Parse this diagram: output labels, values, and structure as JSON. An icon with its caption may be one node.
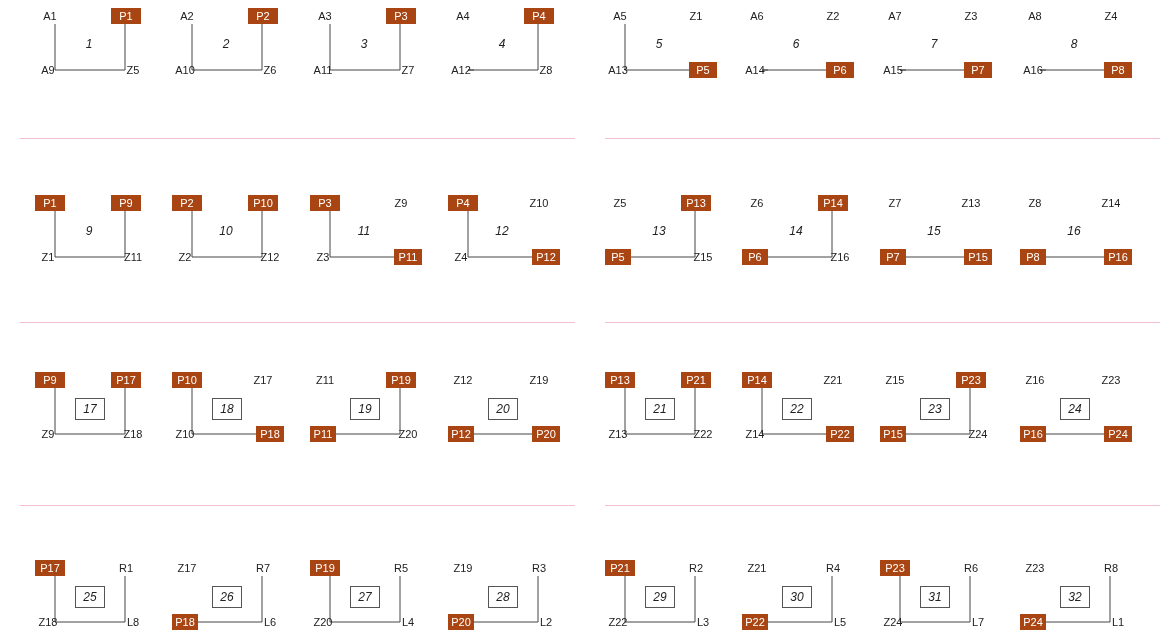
{
  "diagram": {
    "nodes": [
      {
        "text": [
          "A1"
        ]
      },
      {
        "text": [
          "P1"
        ]
      },
      {
        "text": [
          "1"
        ]
      },
      {
        "text": [
          "A9"
        ]
      },
      {
        "text": [
          "Z5"
        ]
      },
      {
        "text": [
          "A2"
        ]
      },
      {
        "text": [
          "P2"
        ]
      },
      {
        "text": [
          "2"
        ]
      },
      {
        "text": [
          "A10"
        ]
      },
      {
        "text": [
          "Z6"
        ]
      },
      {
        "text": [
          "A3"
        ]
      },
      {
        "text": [
          "P3"
        ]
      },
      {
        "text": [
          "3"
        ]
      },
      {
        "text": [
          "A11"
        ]
      },
      {
        "text": [
          "Z7"
        ]
      },
      {
        "text": [
          "A4"
        ]
      },
      {
        "text": [
          "P4"
        ]
      },
      {
        "text": [
          "4"
        ]
      },
      {
        "text": [
          "A12"
        ]
      },
      {
        "text": [
          "Z8"
        ]
      },
      {
        "text": [
          "A5"
        ]
      },
      {
        "text": [
          "Z1"
        ]
      },
      {
        "text": [
          "5"
        ]
      },
      {
        "text": [
          "A13"
        ]
      },
      {
        "text": [
          "P5"
        ]
      },
      {
        "text": [
          "A6"
        ]
      },
      {
        "text": [
          "Z2"
        ]
      },
      {
        "text": [
          "6"
        ]
      },
      {
        "text": [
          "A14"
        ]
      },
      {
        "text": [
          "P6"
        ]
      },
      {
        "text": [
          "A7"
        ]
      },
      {
        "text": [
          "Z3"
        ]
      },
      {
        "text": [
          "7"
        ]
      },
      {
        "text": [
          "A15"
        ]
      },
      {
        "text": [
          "P7"
        ]
      },
      {
        "text": [
          "A8"
        ]
      },
      {
        "text": [
          "Z4"
        ]
      },
      {
        "text": [
          "8"
        ]
      },
      {
        "text": [
          "A16"
        ]
      },
      {
        "text": [
          "P8"
        ]
      },
      {
        "text": [
          "P1"
        ]
      },
      {
        "text": [
          "P9"
        ]
      },
      {
        "text": [
          "9"
        ]
      },
      {
        "text": [
          "Z1"
        ]
      },
      {
        "text": [
          "Z11"
        ]
      },
      {
        "text": [
          "P2"
        ]
      },
      {
        "text": [
          "P10"
        ]
      },
      {
        "text": [
          "10"
        ]
      },
      {
        "text": [
          "Z2"
        ]
      },
      {
        "text": [
          "Z12"
        ]
      },
      {
        "text": [
          "P3"
        ]
      },
      {
        "text": [
          "Z9"
        ]
      },
      {
        "text": [
          "11"
        ]
      },
      {
        "text": [
          "Z3"
        ]
      },
      {
        "text": [
          "P11"
        ]
      },
      {
        "text": [
          "P4"
        ]
      },
      {
        "text": [
          "Z10"
        ]
      },
      {
        "text": [
          "12"
        ]
      },
      {
        "text": [
          "Z4"
        ]
      },
      {
        "text": [
          "P12"
        ]
      },
      {
        "text": [
          "Z5"
        ]
      },
      {
        "text": [
          "P13"
        ]
      },
      {
        "text": [
          "13"
        ]
      },
      {
        "text": [
          "P5"
        ]
      },
      {
        "text": [
          "Z15"
        ]
      },
      {
        "text": [
          "Z6"
        ]
      },
      {
        "text": [
          "P14"
        ]
      },
      {
        "text": [
          "14"
        ]
      },
      {
        "text": [
          "P6"
        ]
      },
      {
        "text": [
          "Z16"
        ]
      },
      {
        "text": [
          "Z7"
        ]
      },
      {
        "text": [
          "Z13"
        ]
      },
      {
        "text": [
          "15"
        ]
      },
      {
        "text": [
          "P7"
        ]
      },
      {
        "text": [
          "P15"
        ]
      },
      {
        "text": [
          "Z8"
        ]
      },
      {
        "text": [
          "Z14"
        ]
      },
      {
        "text": [
          "16"
        ]
      },
      {
        "text": [
          "P8"
        ]
      },
      {
        "text": [
          "P16"
        ]
      },
      {
        "text": [
          "P9"
        ]
      },
      {
        "text": [
          "P17"
        ]
      },
      {
        "text": [
          "17"
        ]
      },
      {
        "text": [
          "Z9"
        ]
      },
      {
        "text": [
          "Z18"
        ]
      },
      {
        "text": [
          "P10"
        ]
      },
      {
        "text": [
          "Z17"
        ]
      },
      {
        "text": [
          "18"
        ]
      },
      {
        "text": [
          "Z10"
        ]
      },
      {
        "text": [
          "P18"
        ]
      },
      {
        "text": [
          "Z11"
        ]
      },
      {
        "text": [
          "P19"
        ]
      },
      {
        "text": [
          "19"
        ]
      },
      {
        "text": [
          "P11"
        ]
      },
      {
        "text": [
          "Z20"
        ]
      },
      {
        "text": [
          "Z12"
        ]
      },
      {
        "text": [
          "Z19"
        ]
      },
      {
        "text": [
          "20"
        ]
      },
      {
        "text": [
          "P12"
        ]
      },
      {
        "text": [
          "P20"
        ]
      },
      {
        "text": [
          "P13"
        ]
      },
      {
        "text": [
          "P21"
        ]
      },
      {
        "text": [
          "21"
        ]
      },
      {
        "text": [
          "Z13"
        ]
      },
      {
        "text": [
          "Z22"
        ]
      },
      {
        "text": [
          "P14"
        ]
      },
      {
        "text": [
          "Z21"
        ]
      },
      {
        "text": [
          "22"
        ]
      },
      {
        "text": [
          "Z14"
        ]
      },
      {
        "text": [
          "P22"
        ]
      },
      {
        "text": [
          "Z15"
        ]
      },
      {
        "text": [
          "P23"
        ]
      },
      {
        "text": [
          "23"
        ]
      },
      {
        "text": [
          "P15"
        ]
      },
      {
        "text": [
          "Z24"
        ]
      },
      {
        "text": [
          "Z16"
        ]
      },
      {
        "text": [
          "Z23"
        ]
      },
      {
        "text": [
          "24"
        ]
      },
      {
        "text": [
          "P16"
        ]
      },
      {
        "text": [
          "P24"
        ]
      },
      {
        "text": [
          "P17"
        ]
      },
      {
        "text": [
          "R1"
        ]
      },
      {
        "text": [
          "25"
        ]
      },
      {
        "text": [
          "Z18"
        ]
      },
      {
        "text": [
          "L8"
        ]
      },
      {
        "text": [
          "Z17"
        ]
      },
      {
        "text": [
          "R7"
        ]
      },
      {
        "text": [
          "26"
        ]
      },
      {
        "text": [
          "P18"
        ]
      },
      {
        "text": [
          "L6"
        ]
      },
      {
        "text": [
          "P19"
        ]
      },
      {
        "text": [
          "R5"
        ]
      },
      {
        "text": [
          "27"
        ]
      },
      {
        "text": [
          "Z20"
        ]
      },
      {
        "text": [
          "L4"
        ]
      },
      {
        "text": [
          "Z19"
        ]
      },
      {
        "text": [
          "R3"
        ]
      },
      {
        "text": [
          "28"
        ]
      },
      {
        "text": [
          "P20"
        ]
      },
      {
        "text": [
          "L2"
        ]
      },
      {
        "text": [
          "P21"
        ]
      },
      {
        "text": [
          "R2"
        ]
      },
      {
        "text": [
          "29"
        ]
      },
      {
        "text": [
          "Z22"
        ]
      },
      {
        "text": [
          "L3"
        ]
      },
      {
        "text": [
          "Z21"
        ]
      },
      {
        "text": [
          "R4"
        ]
      },
      {
        "text": [
          "30"
        ]
      },
      {
        "text": [
          "P22"
        ]
      },
      {
        "text": [
          "L5"
        ]
      },
      {
        "text": [
          "P23"
        ]
      },
      {
        "text": [
          "R6"
        ]
      },
      {
        "text": [
          "31"
        ]
      },
      {
        "text": [
          "Z24"
        ]
      },
      {
        "text": [
          "L7"
        ]
      },
      {
        "text": [
          "Z23"
        ]
      },
      {
        "text": [
          "R8"
        ]
      },
      {
        "text": [
          "32"
        ]
      },
      {
        "text": [
          "P24"
        ]
      },
      {
        "text": [
          "L1"
        ]
      }
    ],
    "edges": [
      {
        "from": 0,
        "to": 1,
        "arrow": "none"
      },
      {
        "from": 5,
        "to": 6,
        "arrow": "none"
      },
      {
        "from": 10,
        "to": 11,
        "arrow": "none"
      },
      {
        "from": 18,
        "to": 16,
        "arrow": "none"
      },
      {
        "from": 20,
        "to": 24,
        "arrow": "none"
      },
      {
        "from": 28,
        "to": 29,
        "arrow": "none"
      },
      {
        "from": 33,
        "to": 34,
        "arrow": "none"
      },
      {
        "from": 38,
        "to": 39,
        "arrow": "none"
      },
      {
        "from": 40,
        "to": 41,
        "arrow": "none"
      },
      {
        "from": 45,
        "to": 46,
        "arrow": "none"
      },
      {
        "from": 50,
        "to": 54,
        "arrow": "none"
      },
      {
        "from": 55,
        "to": 59,
        "arrow": "none"
      },
      {
        "from": 63,
        "to": 61,
        "arrow": "none"
      },
      {
        "from": 68,
        "to": 66,
        "arrow": "none"
      },
      {
        "from": 73,
        "to": 74,
        "arrow": "none"
      },
      {
        "from": 78,
        "to": 79,
        "arrow": "none"
      },
      {
        "from": 80,
        "to": 81,
        "arrow": "none"
      },
      {
        "from": 85,
        "to": 89,
        "arrow": "none"
      },
      {
        "from": 93,
        "to": 91,
        "arrow": "none"
      },
      {
        "from": 98,
        "to": 99,
        "arrow": "none"
      },
      {
        "from": 100,
        "to": 101,
        "arrow": "none"
      },
      {
        "from": 105,
        "to": 109,
        "arrow": "none"
      },
      {
        "from": 113,
        "to": 111,
        "arrow": "none"
      },
      {
        "from": 118,
        "to": 119,
        "arrow": "none"
      },
      {
        "from": 120,
        "to": 121,
        "arrow": "none"
      },
      {
        "from": 128,
        "to": 126,
        "arrow": "none"
      },
      {
        "from": 130,
        "to": 131,
        "arrow": "none"
      },
      {
        "from": 138,
        "to": 136,
        "arrow": "none"
      },
      {
        "from": 140,
        "to": 141,
        "arrow": "none"
      },
      {
        "from": 148,
        "to": 146,
        "arrow": "none"
      },
      {
        "from": 150,
        "to": 151,
        "arrow": "none"
      },
      {
        "from": 158,
        "to": 156,
        "arrow": "none"
      }
    ]
  }
}
